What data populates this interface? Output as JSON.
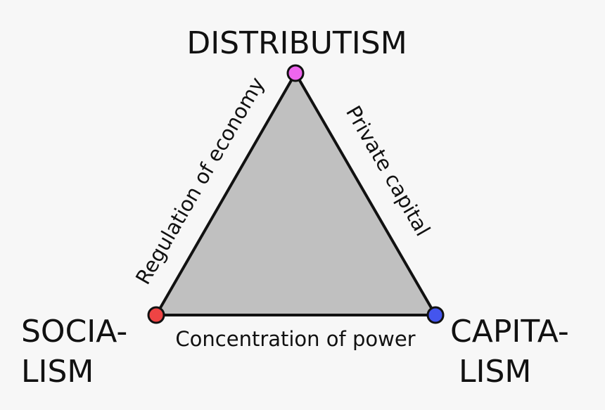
{
  "vertices": {
    "top": {
      "label": "DISTRIBUTISM",
      "color": "#ee66ee"
    },
    "left": {
      "label_line1": "SOCIA-",
      "label_line2": "LISM",
      "color": "#ee4444"
    },
    "right": {
      "label_line1": "CAPITA-",
      "label_line2": "LISM",
      "color": "#4455ee"
    }
  },
  "edges": {
    "left": {
      "label": "Regulation of economy"
    },
    "right": {
      "label": "Private capital"
    },
    "bottom": {
      "label": "Concentration of power"
    }
  },
  "colors": {
    "fill": "#c0c0c0",
    "stroke": "#111111",
    "background": "#f7f7f7"
  }
}
